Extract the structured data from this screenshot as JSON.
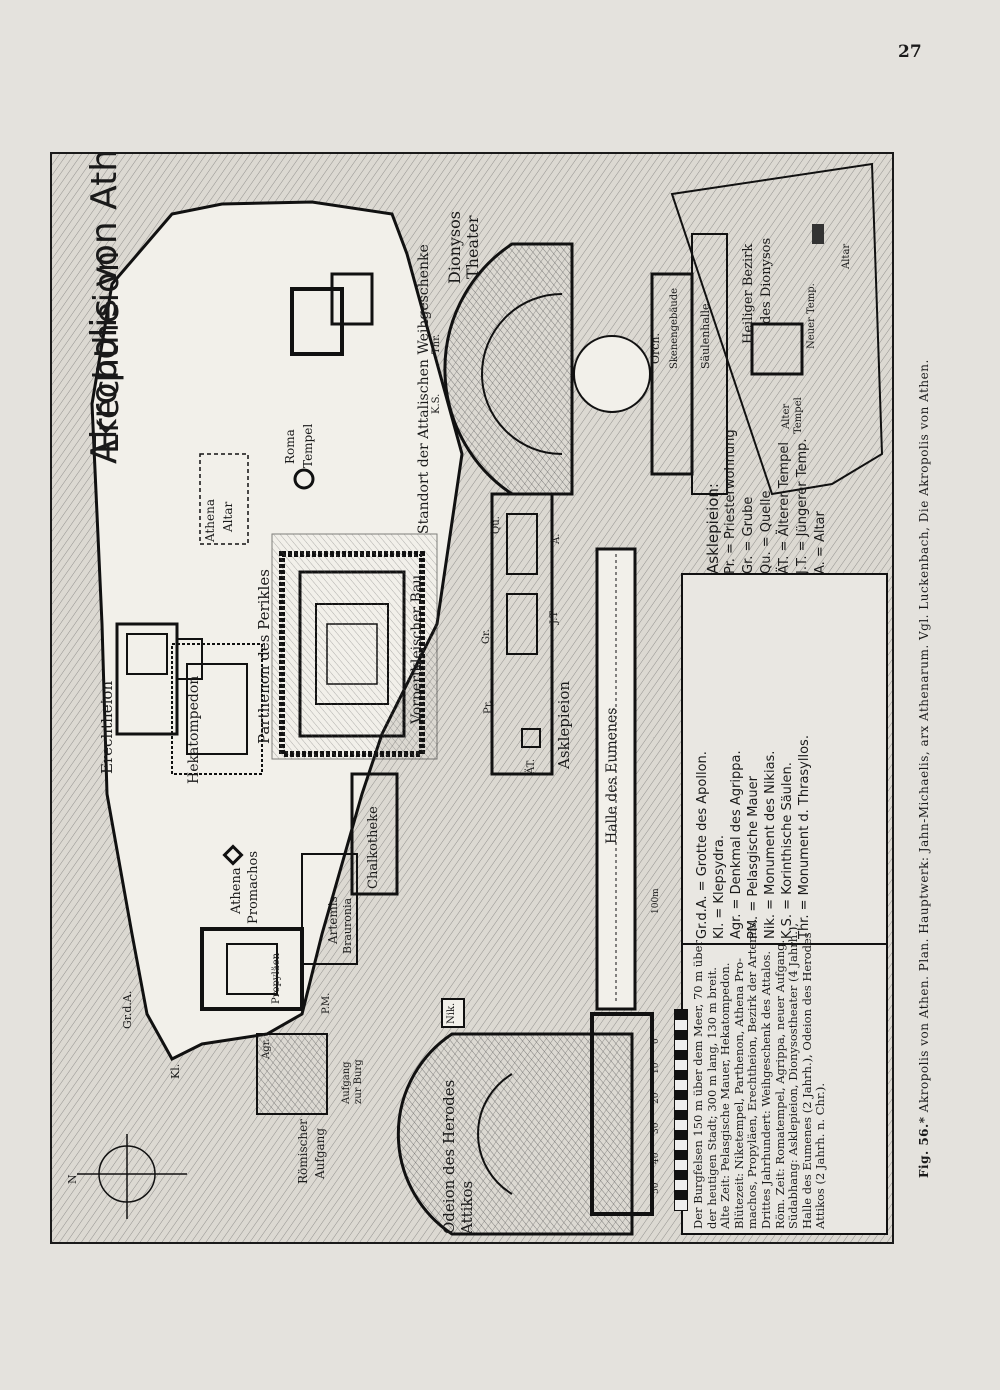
{
  "page": {
    "number": "27"
  },
  "map": {
    "title": "Akropolis von Athen",
    "labels": {
      "erechtheion": "Erechtheion",
      "hekatompedon": "Hekatompedon",
      "parthenon": "Parthenon des Perikles",
      "vorperikleischer_bau": "Vorperikleischer Bau",
      "athena_altar_1": "Athena",
      "athena_altar_2": "Altar",
      "roma_tempel_1": "Roma",
      "roma_tempel_2": "Tempel",
      "standort": "Standort der Attalischen Weihgeschenke",
      "chalkotheke": "Chalkotheke",
      "athena_promachos_1": "Athena",
      "athena_promachos_2": "Promachos",
      "artemis_1": "Artemis",
      "artemis_2": "Brauronia",
      "propylaeen": "Propyläen",
      "aufgang_1": "Aufgang",
      "aufgang_2": "zur Burg",
      "roemischer_1": "Römischer",
      "roemischer_2": "Aufgang",
      "nik": "Nik.",
      "kl": "Kl.",
      "grda": "Gr.d.A.",
      "pm": "P.M.",
      "agr": "Agr.",
      "odeion_1": "Odeion des Herodes",
      "odeion_2": "Attikos",
      "halle_eumenes": "Halle des Eumenes",
      "asklepieion": "Asklepieion",
      "at": "ÄT.",
      "jt": "J.T",
      "a": "A.",
      "qu": "Qu.",
      "gr": "Gr.",
      "pr": "Pr.",
      "dionysos_1": "Dionysos",
      "dionysos_2": "Theater",
      "ks": "K.S.",
      "thr": "Thr.",
      "orch": "Orch.",
      "skenengebaeude": "Skenengebäude",
      "saeulenhalle": "Säulenhalle",
      "heiliger_1": "Heiliger Bezirk",
      "heiliger_2": "des Dionysos",
      "neuer_temp": "Neuer Temp.",
      "altar": "Altar",
      "alter_1": "Alter",
      "alter_2": "Tempel",
      "north": "N",
      "scale_end": "100m"
    },
    "scale_ticks": [
      "0",
      "10",
      "20",
      "30",
      "40",
      "50"
    ],
    "notes": [
      "Der Burgfelsen 150 m über dem Meer, 70 m über",
      "der heutigen Stadt; 300 m lang, 130 m breit.",
      "Alte Zeit: Pelasgische Mauer, Hekatompedon.",
      "Blütezeit: Niketempel, Parthenon, Athena Pro-",
      "machos, Propyläen, Erechtheion, Bezirk der Artemis.",
      "Drittes Jahrhundert: Weihgeschenk des Attalos.",
      "Röm. Zeit: Romatempel, Agrippa, neuer Aufgang.",
      "Südabhang: Asklepieion, Dionysostheater (4 Jahrh.),",
      "Halle des Eumenes (2 Jahrh.), Odeion des Herodes",
      "Attikos (2 Jahrh. n. Chr.)."
    ],
    "legend_1": [
      "Gr.d.A. = Grotte des Apollon.",
      "Kl. = Klepsydra.",
      "Agr. = Denkmal des Agrippa.",
      "PM. = Pelasgische Mauer",
      "Nik. = Monument des Nikias.",
      "K.S. = Korinthische Säulen.",
      "Thr. = Monument d. Thrasyllos."
    ],
    "legend_2_title": "Asklepieion:",
    "legend_2": [
      "Pr. = Priesterwohnung",
      "Gr. = Grube",
      "Qu. = Quelle",
      "ÄT. = Älterer Tempel",
      "J.T. = Jüngerer Temp.",
      "A. = Altar"
    ]
  },
  "caption": {
    "figure": "Fig. 56.*",
    "text": "Akropolis von Athen. Plan. Hauptwerk: Jahn-Michaelis, arx Athenarum. Vgl. Luckenbach, Die Akropolis von Athen."
  }
}
